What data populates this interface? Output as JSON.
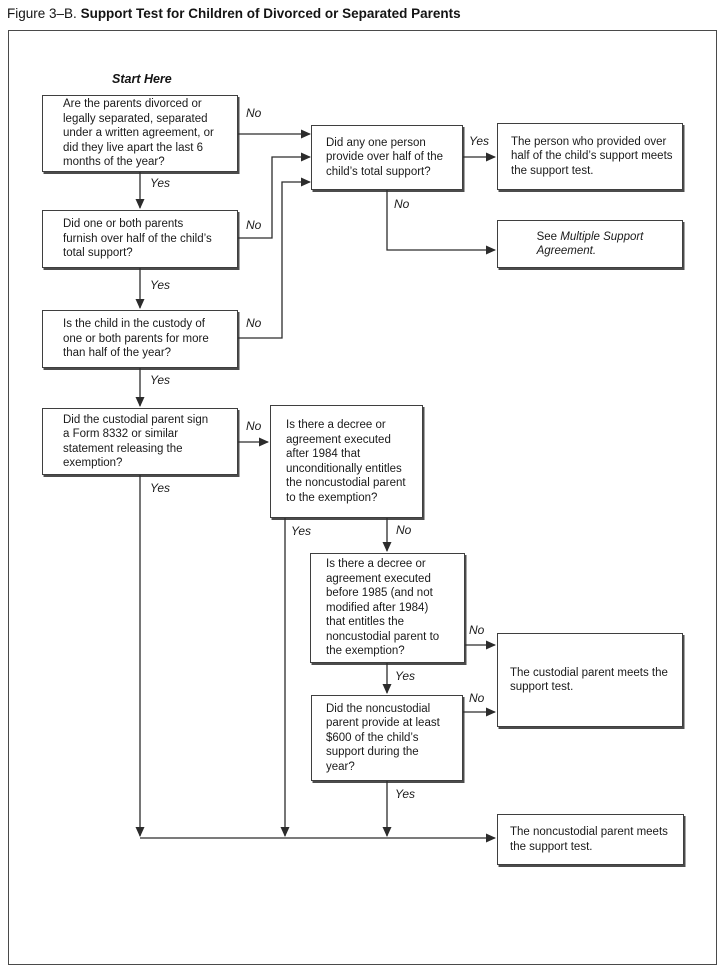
{
  "title": {
    "prefix": "Figure 3–B.",
    "main": "Support Test for Children of Divorced or Separated Parents"
  },
  "start_label": "Start Here",
  "labels": {
    "yes": "Yes",
    "no": "No"
  },
  "nodes": {
    "q_divorced": "Are the parents divorced or\nlegally separated, separated\nunder a written agreement, or\ndid they live apart the last 6\nmonths of the year?",
    "q_parents_half_support": "Did one or both parents\nfurnish over half of the child’s\ntotal support?",
    "q_custody": "Is the child in the custody of\none or both parents for more\nthan half of the year?",
    "q_form_8332": "Did the custodial parent sign\na Form 8332 or similar\nstatement releasing the\nexemption?",
    "q_one_person_half": "Did any one person\nprovide over half of the\nchild’s total support?",
    "q_decree_after_1984": "Is there a decree or\nagreement executed\nafter 1984 that\nunconditionally entitles\nthe noncustodial parent\nto the exemption?",
    "q_decree_before_1985": "Is there a decree or\nagreement executed\nbefore 1985 (and not\nmodified after 1984)\nthat entitles the\nnoncustodial parent to\nthe exemption?",
    "q_600_support": "Did the noncustodial\nparent provide at least\n$600 of the child’s\nsupport during the\nyear?",
    "r_person_half": "The person who provided over\nhalf of the child’s support meets\nthe support test.",
    "r_multiple_prefix": "See ",
    "r_multiple_italic": "Multiple Support\nAgreement.",
    "r_custodial": "The custodial parent meets the\nsupport test.",
    "r_noncustodial": "The noncustodial parent meets\nthe support test."
  },
  "colors": {
    "ink": "#1f1f1f",
    "background": "#ffffff"
  }
}
